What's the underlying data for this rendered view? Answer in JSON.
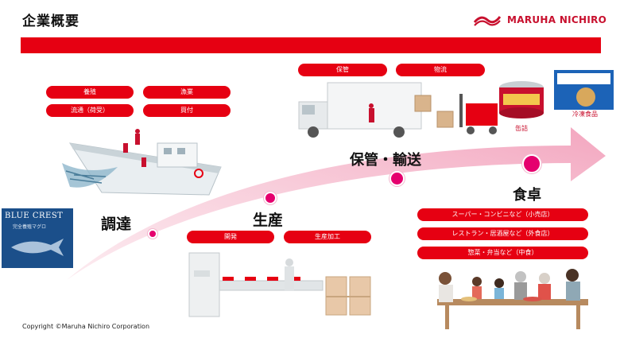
{
  "header": {
    "title": "企業概要",
    "brand": "MARUHA NICHIRO",
    "accent_color": "#e60012"
  },
  "stages": {
    "procurement": "調達",
    "production": "生産",
    "storage": "保管・輸送",
    "table": "食卓"
  },
  "procurement_tags": [
    "養殖",
    "漁業",
    "流通（荷受）",
    "買付"
  ],
  "production_tags": [
    "開発",
    "生産加工"
  ],
  "storage_tags": [
    "保管",
    "物流"
  ],
  "channel_tags": [
    "スーパー・コンビニなど（小売店）",
    "レストラン・居酒屋など（外食店）",
    "惣菜・弁当など（中食）"
  ],
  "products": {
    "canned_label": "缶詰",
    "frozen_label": "冷凍食品"
  },
  "tuna_brand": {
    "name": "BLUE CREST",
    "subtitle": "完全養殖マグロ"
  },
  "footer": {
    "copyright": "Copyright ©Maruha Nichiro Corporation"
  }
}
